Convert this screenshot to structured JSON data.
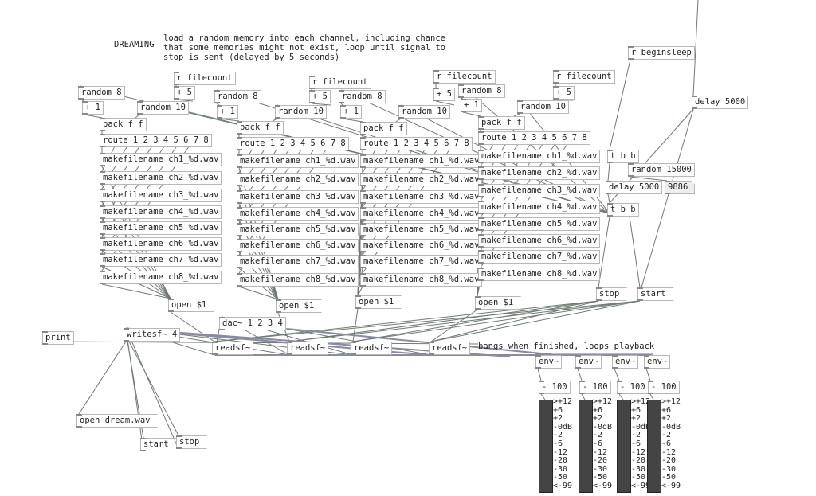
{
  "title_comment": "DREAMING",
  "description": [
    "load a random memory into each channel, including chance",
    "that some memories might not exist, loop until signal to",
    "stop is sent (delayed by 5 seconds)"
  ],
  "columns": [
    {
      "random8": "random 8",
      "plus1": "+ 1",
      "random10": "random 10",
      "filecount": "r filecount",
      "plus5": "+ 5",
      "pack": "pack f f",
      "route": "route 1 2 3 4 5 6 7 8",
      "makefilenames": [
        "makefilename ch1_%d.wav",
        "makefilename ch2_%d.wav",
        "makefilename ch3_%d.wav",
        "makefilename ch4_%d.wav",
        "makefilename ch5_%d.wav",
        "makefilename ch6_%d.wav",
        "makefilename ch7_%d.wav",
        "makefilename ch8_%d.wav"
      ],
      "open": "open $1"
    },
    {
      "random8": "random 8",
      "plus1": "+ 1",
      "random10": "random 10",
      "filecount": "r filecount",
      "plus5": "+ 5",
      "pack": "pack f f",
      "route": "route 1 2 3 4 5 6 7 8",
      "makefilenames": [
        "makefilename ch1_%d.wav",
        "makefilename ch2_%d.wav",
        "makefilename ch3_%d.wav",
        "makefilename ch4_%d.wav",
        "makefilename ch5_%d.wav",
        "makefilename ch6_%d.wav",
        "makefilename ch7_%d.wav",
        "makefilename ch8_%d.wav"
      ],
      "open": "open $1"
    },
    {
      "random8": "random 8",
      "plus1": "+ 1",
      "random10": "random 10",
      "filecount": "r filecount",
      "plus5": "+ 5",
      "pack": "pack f f",
      "route": "route 1 2 3 4 5 6 7 8",
      "makefilenames": [
        "makefilename ch1_%d.wav",
        "makefilename ch2_%d.wav",
        "makefilename ch3_%d.wav",
        "makefilename ch4_%d.wav",
        "makefilename ch5_%d.wav",
        "makefilename ch6_%d.wav",
        "makefilename ch7_%d.wav",
        "makefilename ch8_%d.wav"
      ],
      "open": "open $1"
    },
    {
      "random8": "random 8",
      "plus1": "+ 1",
      "random10": "random 10",
      "filecount": "r filecount",
      "plus5": "+ 5",
      "pack": "pack f f",
      "route": "route 1 2 3 4 5 6 7 8",
      "makefilenames": [
        "makefilename ch1_%d.wav",
        "makefilename ch2_%d.wav",
        "makefilename ch3_%d.wav",
        "makefilename ch4_%d.wav",
        "makefilename ch5_%d.wav",
        "makefilename ch6_%d.wav",
        "makefilename ch7_%d.wav",
        "makefilename ch8_%d.wav"
      ],
      "open": "open $1"
    }
  ],
  "control": {
    "beginsleep": "r beginsleep",
    "delay_top": "delay 5000",
    "trigger1": "t b b",
    "random15000": "random 15000",
    "delay_mid": "delay 5000",
    "number_value": "9886",
    "trigger2": "t b b",
    "stop": "stop",
    "start": "start"
  },
  "audio": {
    "print": "print",
    "writesf": "writesf~ 4",
    "dac": "dac~ 1 2 3 4",
    "readsf": [
      "readsf~",
      "readsf~",
      "readsf~",
      "readsf~"
    ],
    "loop_comment": "bangs when finished, loops playback",
    "open_dream": "open dream.wav",
    "start": "start",
    "stop": "stop"
  },
  "meters": {
    "channels": [
      {
        "env": "env~",
        "minus": "- 100"
      },
      {
        "env": "env~",
        "minus": "- 100"
      },
      {
        "env": "env~",
        "minus": "- 100"
      },
      {
        "env": "env~",
        "minus": "- 100"
      }
    ],
    "labels": [
      ">+12",
      "+6",
      "+2",
      "-0dB",
      "-2",
      "-6",
      "-12",
      "-20",
      "-30",
      "-50",
      "<-99"
    ]
  }
}
